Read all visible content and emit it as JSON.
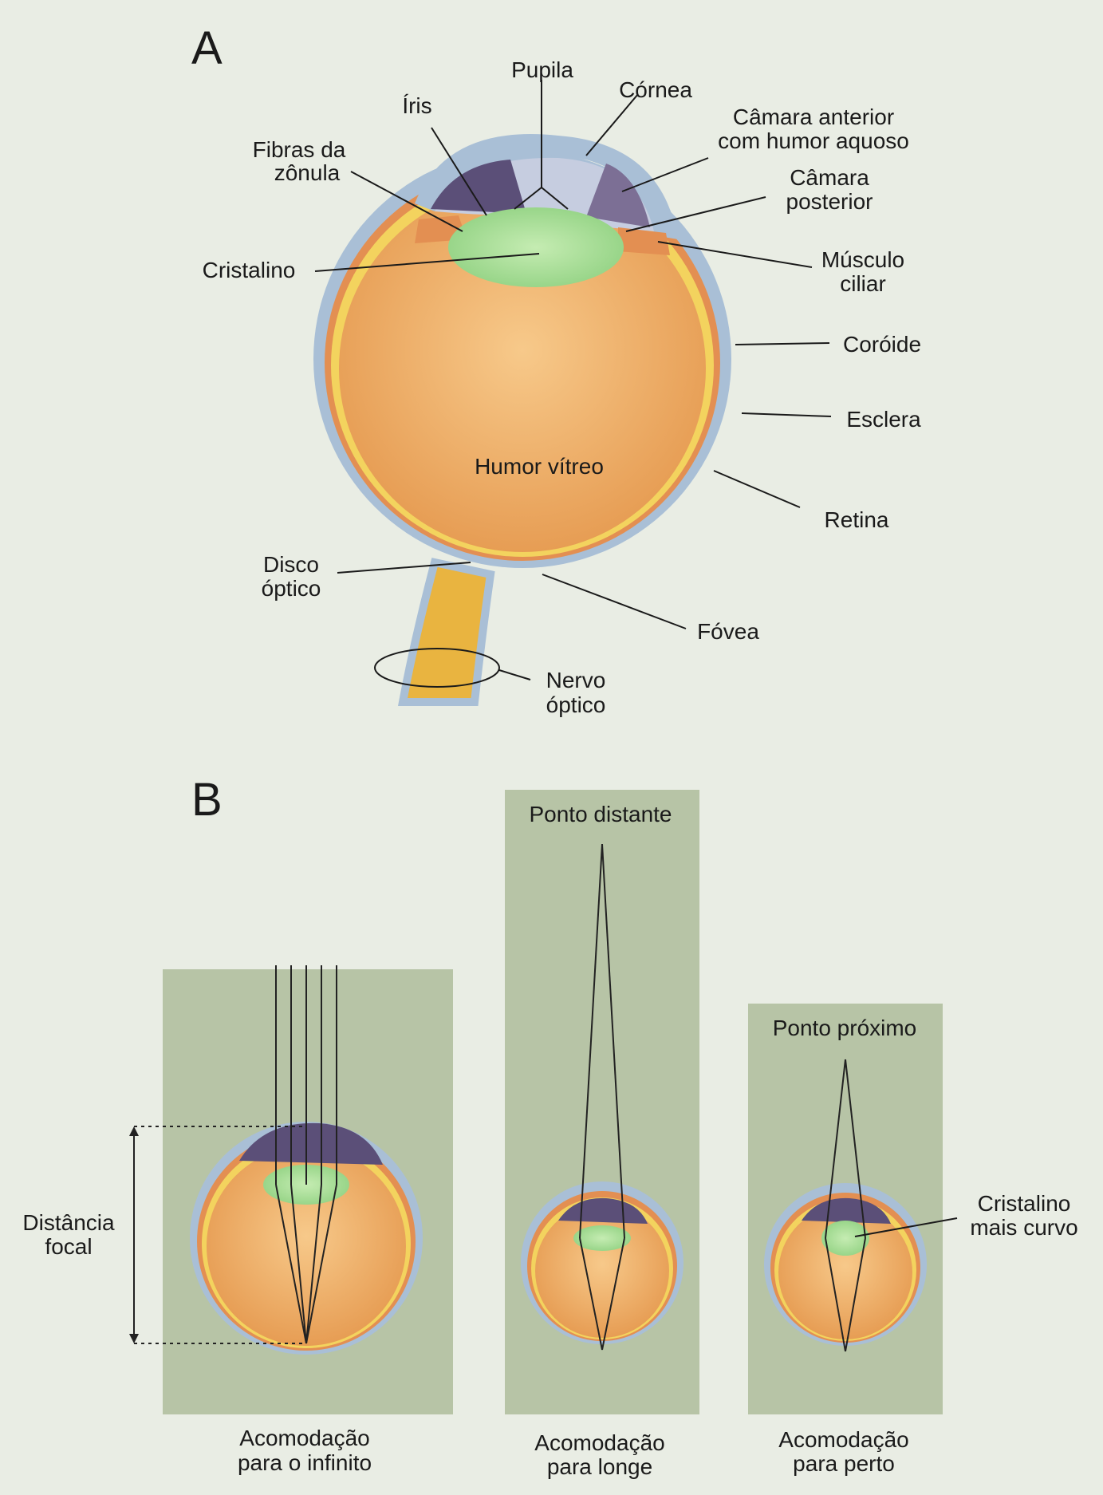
{
  "panels": {
    "a": {
      "letter": "A"
    },
    "b": {
      "letter": "B"
    }
  },
  "labels_a": {
    "pupila": "Pupila",
    "iris": "Íris",
    "cornea": "Córnea",
    "camara_anterior": [
      "Câmara anterior",
      "com humor aquoso"
    ],
    "fibras": [
      "Fibras da",
      "zônula"
    ],
    "camara_posterior": [
      "Câmara",
      "posterior"
    ],
    "cristalino": "Cristalino",
    "musculo": [
      "Músculo",
      "ciliar"
    ],
    "coroide": "Coróide",
    "esclera": "Esclera",
    "humor_vitreo": "Humor vítreo",
    "retina": "Retina",
    "disco": [
      "Disco",
      "óptico"
    ],
    "fovea": "Fóvea",
    "nervo": [
      "Nervo",
      "óptico"
    ]
  },
  "labels_b": {
    "distancia": [
      "Distância",
      "focal"
    ],
    "ponto_distante": "Ponto distante",
    "ponto_proximo": "Ponto próximo",
    "cristalino_curvo": [
      "Cristalino",
      "mais curvo"
    ],
    "acom_infinito": [
      "Acomodação",
      "para o infinito"
    ],
    "acom_longe": [
      "Acomodação",
      "para longe"
    ],
    "acom_perto": [
      "Acomodação",
      "para perto"
    ]
  },
  "colors": {
    "page_bg": "#e9ede4",
    "panel_bg": "#b7c4a6",
    "sclera": "#a9bfd6",
    "choroid": "#e38f52",
    "retina": "#f3d35e",
    "vitreous": "#f0b670",
    "lens": "#b3e4a0",
    "iris": "#5b4f78",
    "nerve": "#e9b440"
  }
}
